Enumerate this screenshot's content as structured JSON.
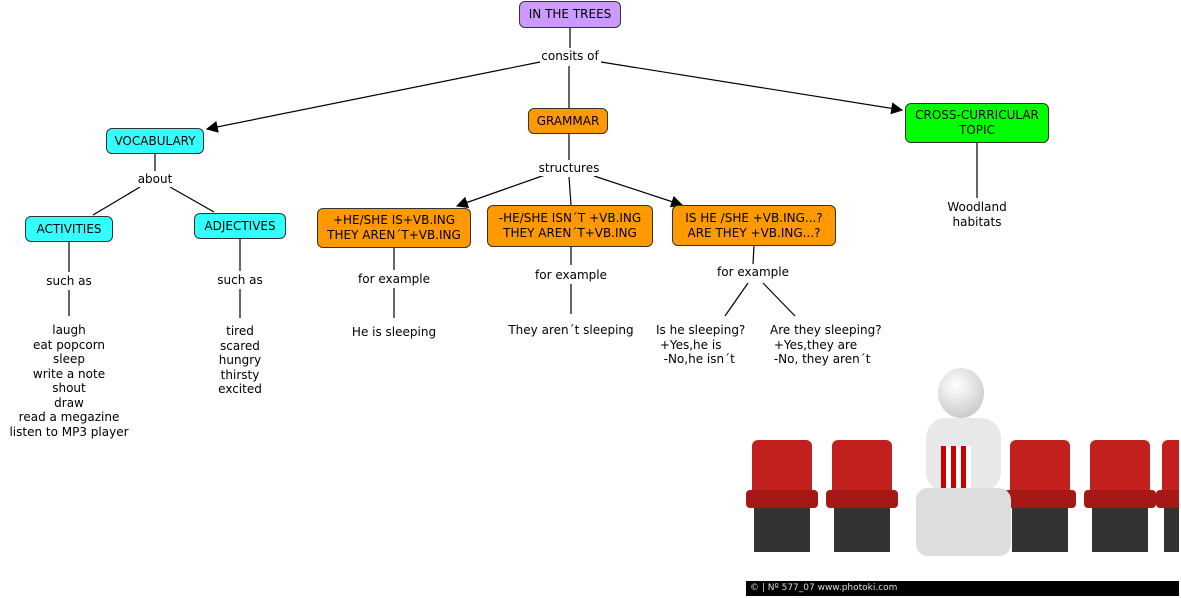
{
  "colors": {
    "root": "#cc99ff",
    "vocab": "#33ffff",
    "grammar": "#ff9900",
    "cross": "#00ff00"
  },
  "root": "IN THE TREES",
  "link_root": "consits of",
  "vocabulary": {
    "title": "VOCABULARY",
    "link": "about",
    "activities": {
      "title": "ACTIVITIES",
      "link": "such as",
      "items": [
        "laugh",
        "eat popcorn",
        "sleep",
        "write a note",
        "shout",
        "draw",
        "read a megazine",
        "listen to MP3 player"
      ]
    },
    "adjectives": {
      "title": "ADJECTIVES",
      "link": "such as",
      "items": [
        "tired",
        "scared",
        "hungry",
        "thirsty",
        "excited"
      ]
    }
  },
  "grammar": {
    "title": "GRAMMAR",
    "link": "structures",
    "structures": [
      {
        "lines": [
          "+HE/SHE IS+VB.ING",
          "THEY AREN´T+VB.ING"
        ],
        "link": "for example",
        "examples": [
          "He is sleeping"
        ]
      },
      {
        "lines": [
          "-HE/SHE ISN´T +VB.ING",
          "THEY AREN´T+VB.ING"
        ],
        "link": "for example",
        "examples": [
          "They aren´t sleeping"
        ]
      },
      {
        "lines": [
          "IS HE /SHE +VB.ING...?",
          "ARE THEY +VB.ING...?"
        ],
        "link": "for example",
        "examples": [
          "Is he sleeping?\n +Yes,he is\n  -No,he isn´t",
          "Are they sleeping?\n +Yes,they are\n -No, they aren´t"
        ]
      }
    ]
  },
  "cross": {
    "title_lines": [
      "CROSS-CURRICULAR",
      "TOPIC"
    ],
    "item": "Woodland\nhabitats"
  },
  "photo": {
    "caption": "© | Nº 577_07   www.photoki.com"
  }
}
